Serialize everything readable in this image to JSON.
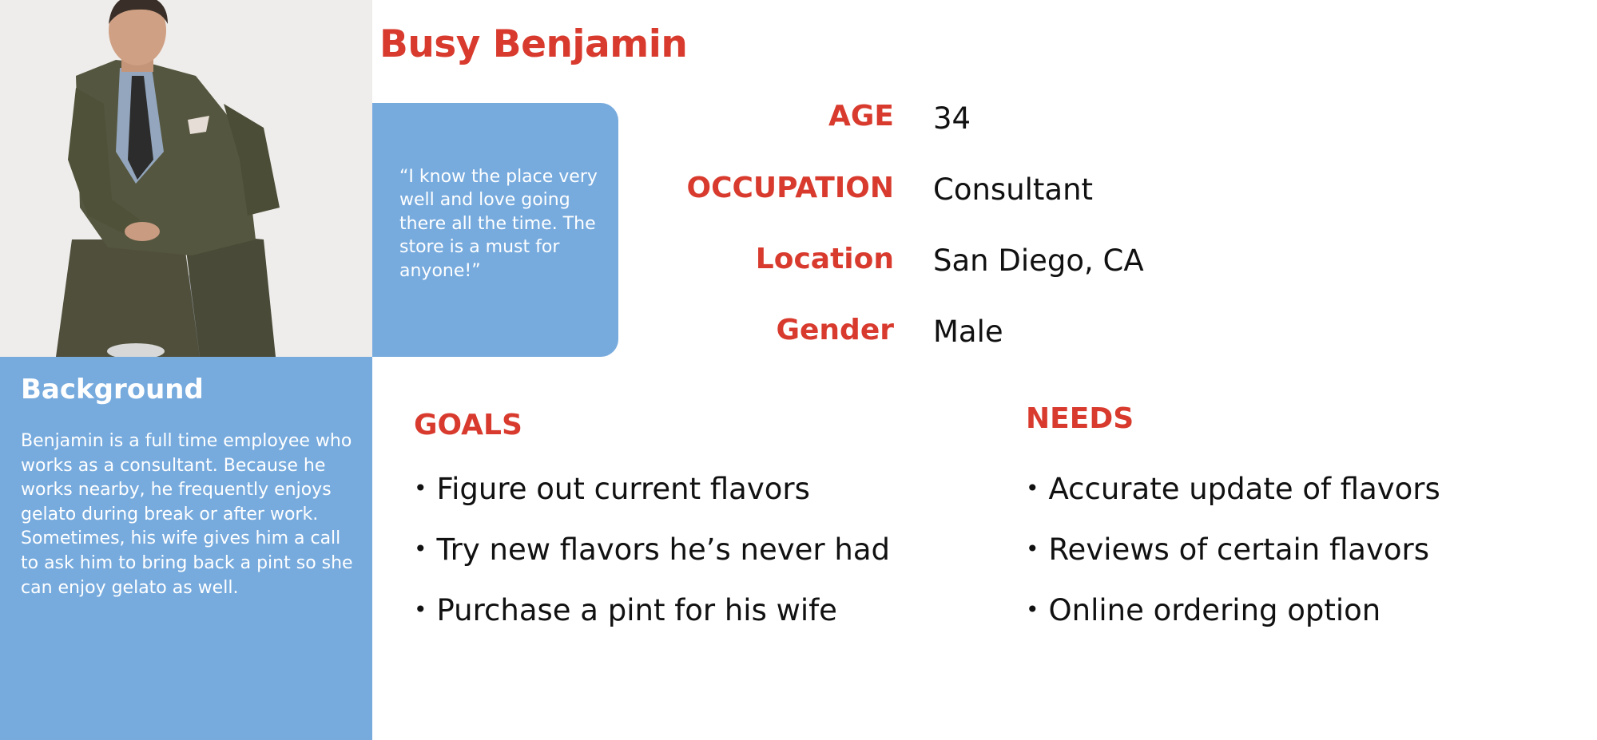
{
  "persona": {
    "name": "Busy Benjamin",
    "quote": "“I know the place very well and love going there all the time. The store is a must for anyone!”"
  },
  "info": {
    "age": {
      "label": "AGE",
      "value": "34"
    },
    "occupation": {
      "label": "OCCUPATION",
      "value": "Consultant"
    },
    "location": {
      "label": "Location",
      "value": "San Diego, CA"
    },
    "gender": {
      "label": "Gender",
      "value": "Male"
    }
  },
  "background": {
    "title": "Background",
    "text": "Benjamin is a full time employee who works as a consultant. Because he works nearby, he frequently enjoys gelato during break or after work. Sometimes, his wife gives him a call to ask him to bring back a pint so she can enjoy gelato as well."
  },
  "goals": {
    "title": "GOALS",
    "items": [
      "Figure out current flavors",
      "Try new flavors he’s never had",
      "Purchase a pint for his wife"
    ]
  },
  "needs": {
    "title": "NEEDS",
    "items": [
      "Accurate update of flavors",
      "Reviews of certain flavors",
      "Online ordering option"
    ]
  },
  "colors": {
    "accent_red": "#d83b2e",
    "panel_blue": "#77abde",
    "photo_background": "#efedeb"
  },
  "bullet_glyph": "•"
}
